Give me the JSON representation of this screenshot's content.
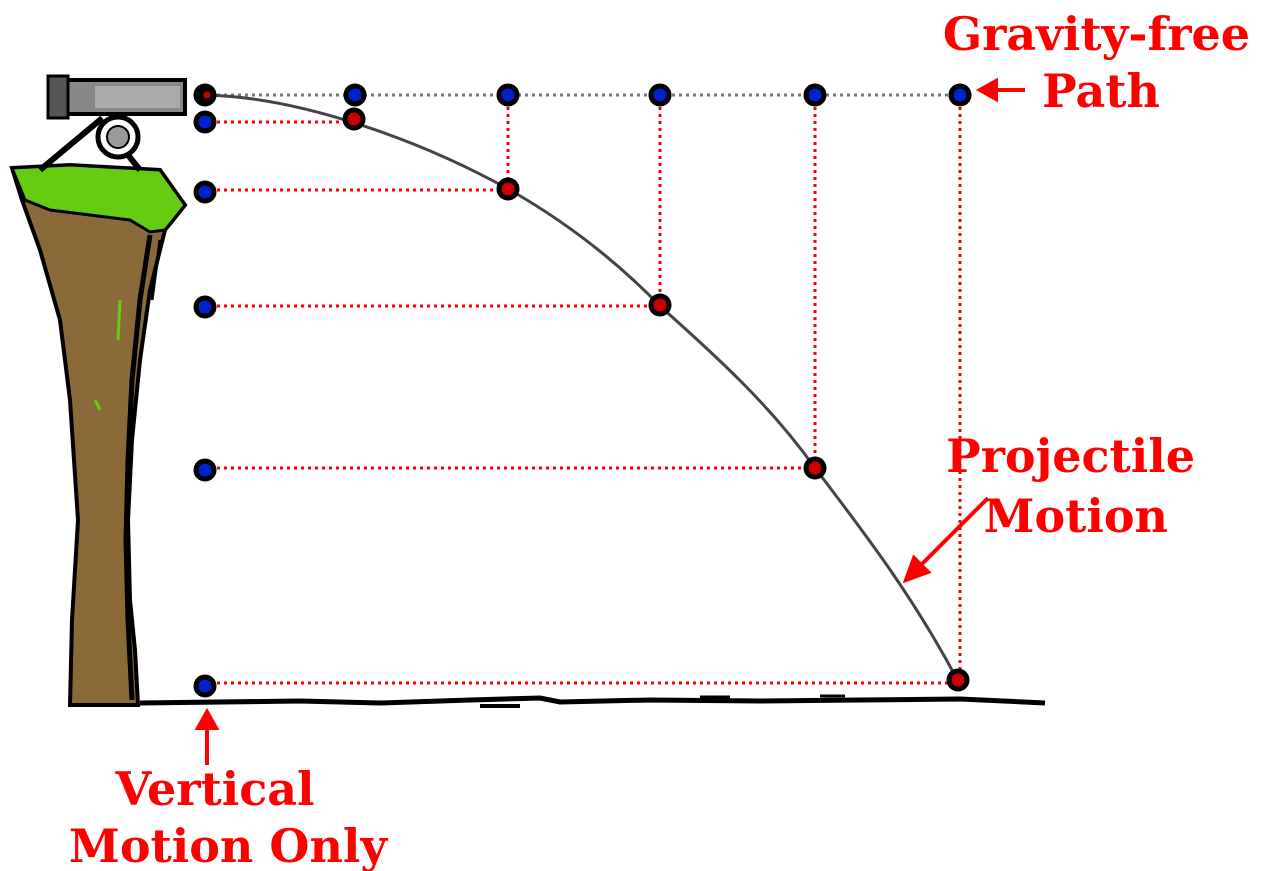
{
  "labels": {
    "gravity_free_line1": "Gravity-free",
    "gravity_free_line2": "Path",
    "projectile_line1": "Projectile",
    "projectile_line2": "Motion",
    "vertical_line1": "Vertical",
    "vertical_line2": "Motion Only"
  },
  "colors": {
    "label_red": "#ff0000",
    "ball_blue": "#0022cc",
    "ball_outline": "#000000",
    "guide_red": "#ff0000",
    "guide_gray": "#777777",
    "trajectory": "#444444",
    "cliff_brown": "#8b6a3a",
    "grass_green": "#66cc11",
    "cannon_gray": "#888888"
  },
  "icons": {
    "cannon": "cannon-icon",
    "cliff": "cliff-icon"
  }
}
